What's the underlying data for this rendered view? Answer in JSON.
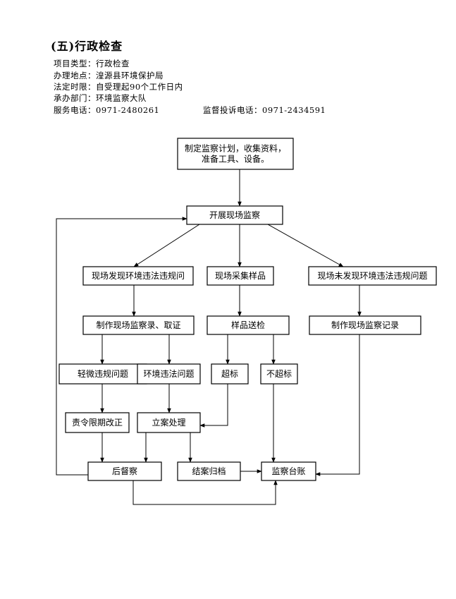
{
  "header": {
    "title": "(五)行政检查",
    "info": [
      {
        "label": "项目类型：",
        "value": "行政检查"
      },
      {
        "label": "办理地点：",
        "value": "湟源县环境保护局"
      },
      {
        "label": "法定时限：",
        "value": "自受理起90个工作日内"
      },
      {
        "label": "承办部门：",
        "value": "环境监察大队"
      },
      {
        "label": "服务电话：",
        "value": "0971-2480261"
      }
    ],
    "complaint_phone": {
      "label": "监督投诉电话：",
      "value": "0971-2434591"
    }
  },
  "flowchart": {
    "nodes": {
      "plan": [
        "制定监察计划，收集资料，",
        "准备工具、设备。"
      ],
      "inspect": [
        "开展现场监察"
      ],
      "found": [
        "现场发现环境违法违规问"
      ],
      "sample": [
        "现场采集样品"
      ],
      "notfound": [
        "现场未发现环境违法违规问题"
      ],
      "record_evidence": [
        "制作现场监察录、取证"
      ],
      "send_sample": [
        "样品送检"
      ],
      "record": [
        "制作现场监察记录"
      ],
      "minor": [
        "轻微违规问题"
      ],
      "illegal": [
        "环境违法问题"
      ],
      "exceed": [
        "超标"
      ],
      "notexceed": [
        "不超标"
      ],
      "rectify": [
        "责令限期改正"
      ],
      "case": [
        "立案处理"
      ],
      "followup": [
        "后督察"
      ],
      "archive": [
        "结案归档"
      ],
      "ledger": [
        "监察台账"
      ]
    }
  }
}
